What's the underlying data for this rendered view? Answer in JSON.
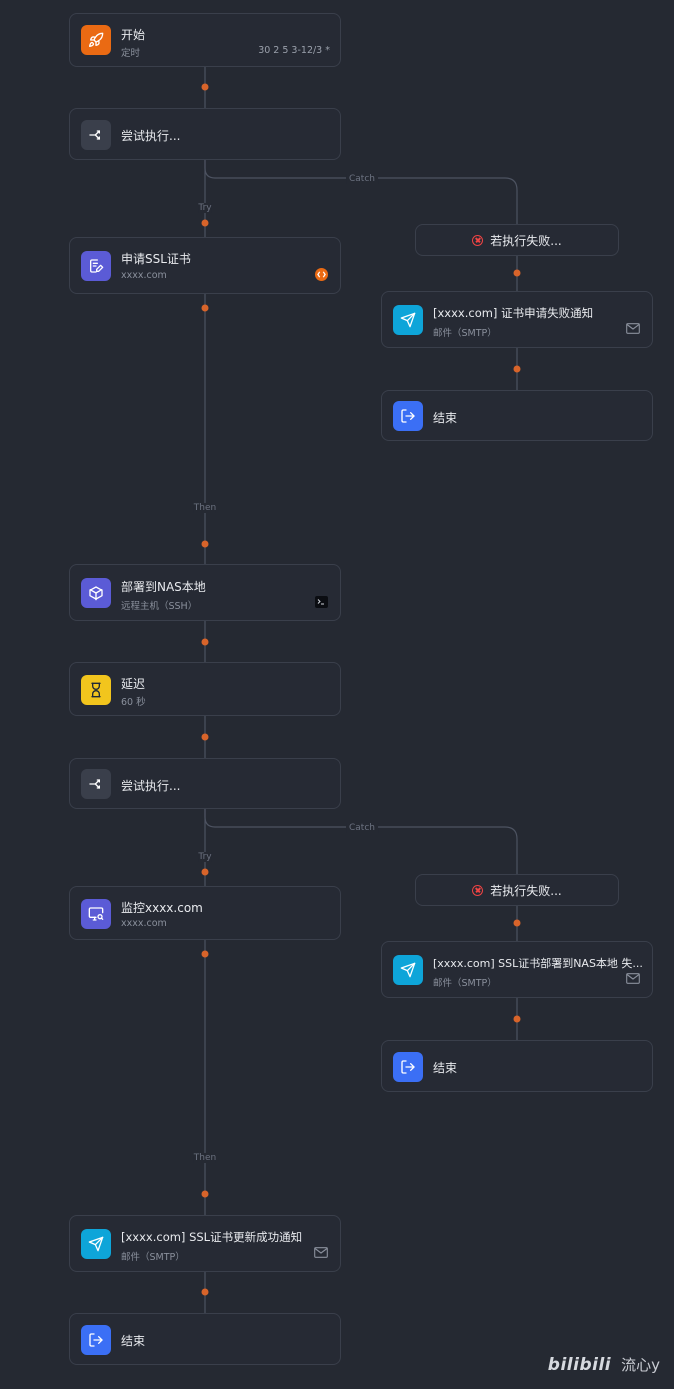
{
  "start": {
    "title": "开始",
    "subtitle": "定时",
    "cron": "30 2 5 3-12/3 *"
  },
  "try1": {
    "title": "尝试执行..."
  },
  "apply_ssl": {
    "title": "申请SSL证书",
    "subtitle": "xxxx.com"
  },
  "catch1": {
    "label": "若执行失败..."
  },
  "fail_notify1": {
    "title": "[xxxx.com] 证书申请失败通知",
    "subtitle": "邮件（SMTP）"
  },
  "end1": {
    "title": "结束"
  },
  "deploy": {
    "title": "部署到NAS本地",
    "subtitle": "远程主机（SSH）"
  },
  "delay": {
    "title": "延迟",
    "subtitle": "60 秒"
  },
  "try2": {
    "title": "尝试执行..."
  },
  "monitor": {
    "title": "监控xxxx.com",
    "subtitle": "xxxx.com"
  },
  "catch2": {
    "label": "若执行失败..."
  },
  "fail_notify2": {
    "title": "[xxxx.com] SSL证书部署到NAS本地 失...",
    "subtitle": "邮件（SMTP）"
  },
  "end2": {
    "title": "结束"
  },
  "success_notify": {
    "title": "[xxxx.com] SSL证书更新成功通知",
    "subtitle": "邮件（SMTP）"
  },
  "end3": {
    "title": "结束"
  },
  "edge_labels": {
    "try": "Try",
    "catch": "Catch",
    "then": "Then"
  },
  "watermark": {
    "logo": "bilibili",
    "author": "流心y"
  },
  "colors": {
    "accent_dot": "#d8642a",
    "rocket": "#ea6a13",
    "ssl": "#5b5bd6",
    "send": "#0ea5d9",
    "exit": "#3b6ff5",
    "deploy": "#5b5bd6",
    "delay": "#f2c51d",
    "monitor": "#5b5bd6",
    "try": "#3a3f4b"
  }
}
